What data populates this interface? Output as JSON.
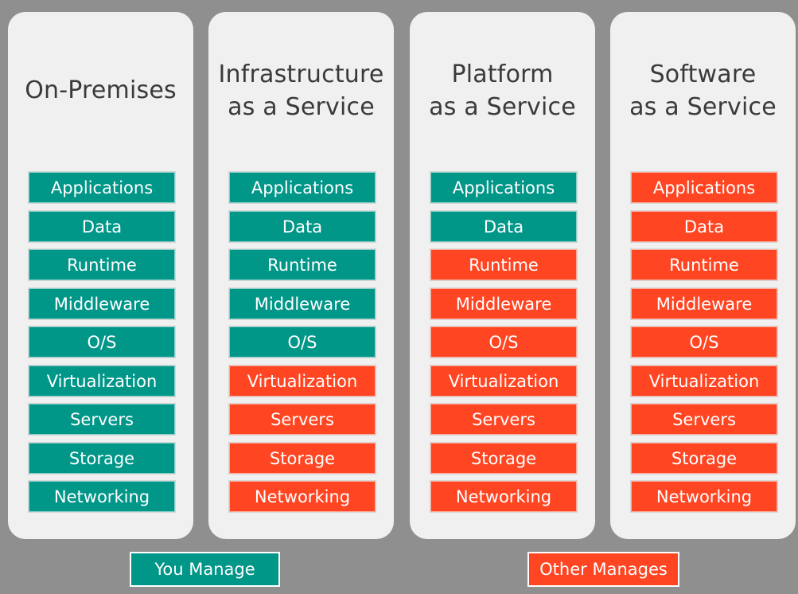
{
  "colors": {
    "you_manage": "#009688",
    "other_manages": "#ff4522",
    "background": "#8f8f8f",
    "panel": "#f0f0f0"
  },
  "layer_labels": [
    "Applications",
    "Data",
    "Runtime",
    "Middleware",
    "O/S",
    "Virtualization",
    "Servers",
    "Storage",
    "Networking"
  ],
  "columns": [
    {
      "title_lines": [
        "On-Premises"
      ],
      "managed_by": [
        "you",
        "you",
        "you",
        "you",
        "you",
        "you",
        "you",
        "you",
        "you"
      ]
    },
    {
      "title_lines": [
        "Infrastructure",
        "as a Service"
      ],
      "managed_by": [
        "you",
        "you",
        "you",
        "you",
        "you",
        "other",
        "other",
        "other",
        "other"
      ]
    },
    {
      "title_lines": [
        "Platform",
        "as a Service"
      ],
      "managed_by": [
        "you",
        "you",
        "other",
        "other",
        "other",
        "other",
        "other",
        "other",
        "other"
      ]
    },
    {
      "title_lines": [
        "Software",
        "as a Service"
      ],
      "managed_by": [
        "other",
        "other",
        "other",
        "other",
        "other",
        "other",
        "other",
        "other",
        "other"
      ]
    }
  ],
  "legend": {
    "you_manage": "You Manage",
    "other_manages": "Other Manages"
  }
}
